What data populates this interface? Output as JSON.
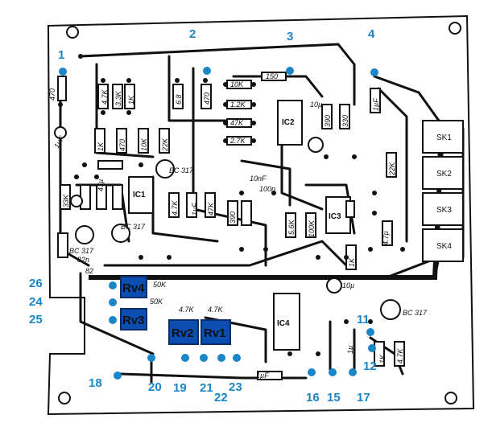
{
  "board": {
    "resistor_labels": [
      "470",
      "4.7K",
      "3.3K",
      "1K",
      "6.8",
      "470",
      "10K",
      "1.2K",
      "47K",
      "2.7K",
      "150",
      "390",
      "330",
      "1K",
      "470",
      "10K",
      "22K",
      "33K",
      "5.6K",
      "100K",
      "4.7K",
      "1K",
      "4.7K",
      "82",
      "47K",
      "390",
      "1K",
      "22K"
    ],
    "capacitor_labels": [
      "1µF",
      "47µ",
      "1µF",
      "4.7µ",
      "1µF",
      "100n",
      "10µ",
      "1µ",
      "10µ",
      "1µF",
      "10nF",
      "82n"
    ],
    "ic_labels": [
      "IC1",
      "IC2",
      "IC3",
      "IC4"
    ],
    "transistor_labels": [
      "BC 317",
      "BC 317",
      "BC 317",
      "BC 317"
    ],
    "pot_values": [
      "50K",
      "50K",
      "4.7K",
      "4.7K"
    ],
    "sockets": [
      "SK1",
      "SK2",
      "SK3",
      "SK4"
    ]
  },
  "potentiometers": [
    {
      "id": "rv4",
      "label": "Rv4",
      "color": "#0b4db0"
    },
    {
      "id": "rv3",
      "label": "Rv3",
      "color": "#0b4db0"
    },
    {
      "id": "rv2",
      "label": "Rv2",
      "color": "#0b4db0"
    },
    {
      "id": "rv1",
      "label": "Rv1",
      "color": "#0b4db0"
    }
  ],
  "test_points": [
    "1",
    "2",
    "3",
    "4",
    "11",
    "12",
    "15",
    "16",
    "17",
    "18",
    "19",
    "20",
    "21",
    "22",
    "23",
    "24",
    "25",
    "26"
  ],
  "colors": {
    "marker": "#1a86c8",
    "pot": "#0b4db0",
    "copper": "#111111"
  }
}
